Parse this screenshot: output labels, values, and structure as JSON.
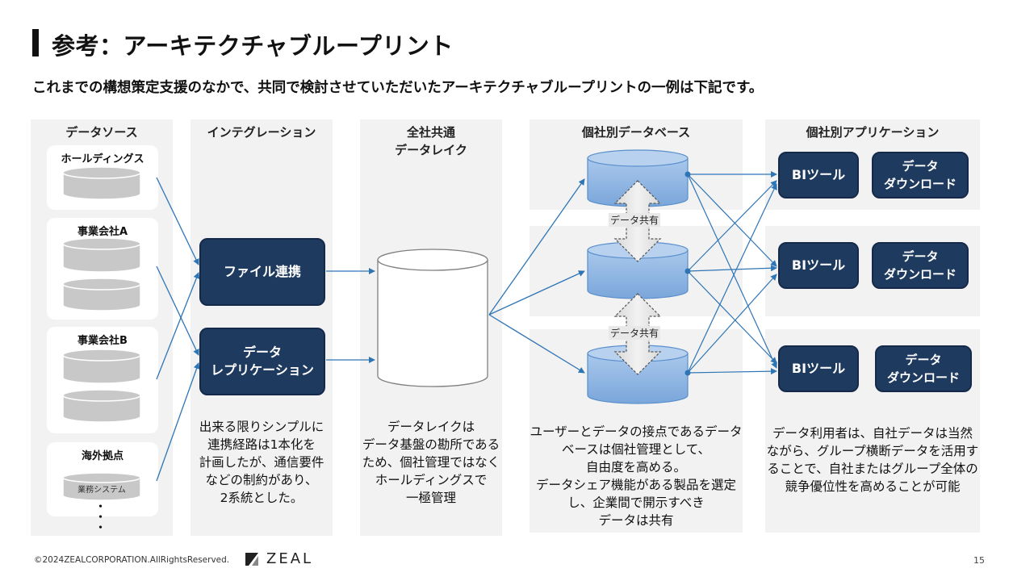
{
  "header": {
    "title": "参考：アーキテクチャブループリント",
    "subtitle": "これまでの構想策定支援のなかで、共同で検討させていただいたアーキテクチャブループリントの一例は下記です。"
  },
  "columns": {
    "data_source": {
      "heading": "データソース",
      "cards": [
        {
          "label": "ホールディングス"
        },
        {
          "label": "事業会社A"
        },
        {
          "label": "事業会社B"
        },
        {
          "label": "海外拠点",
          "inner_label": "業務システム"
        }
      ],
      "more": "・\n・\n・"
    },
    "integration": {
      "heading": "インテグレーション",
      "box1": "ファイル連携",
      "box2": "データ\nレプリケーション",
      "note": "出来る限りシンプルに\n連携経路は1本化を\n計画したが、通信要件\nなどの制約があり、\n2系統とした。"
    },
    "datalake": {
      "heading": "全社共通\nデータレイク",
      "note": "データレイクは\nデータ基盤の勘所である\nため、個社管理ではなく\nホールディングスで\n一極管理"
    },
    "company_db": {
      "heading": "個社別データベース",
      "share_label_1": "データ共有",
      "share_label_2": "データ共有",
      "note": "ユーザーとデータの接点であるデータ\nベースは個社管理として、\n自由度を高める。\nデータシェア機能がある製品を選定\nし、企業間で開示すべき\nデータは共有"
    },
    "company_app": {
      "heading": "個社別アプリケーション",
      "rows": [
        {
          "bi": "BIツール",
          "dl": "データ\nダウンロード"
        },
        {
          "bi": "BIツール",
          "dl": "データ\nダウンロード"
        },
        {
          "bi": "BIツール",
          "dl": "データ\nダウンロード"
        }
      ],
      "note": "データ利用者は、自社データは当然\nながら、グループ横断データを活用す\nることで、自社またはグループ全体の\n競争優位性を高めることが可能"
    }
  },
  "footer": {
    "copyright": "©2024ZEALCORPORATION.AllRightsReserved.",
    "logo": "ZEAL",
    "page": "15"
  },
  "colors": {
    "navy": "#1f3a5f",
    "db_blue": "#8db4e2",
    "arrow_blue": "#2e75b6",
    "panel_gray": "#f2f2f2",
    "cyl_gray": "#c8c8c8"
  }
}
